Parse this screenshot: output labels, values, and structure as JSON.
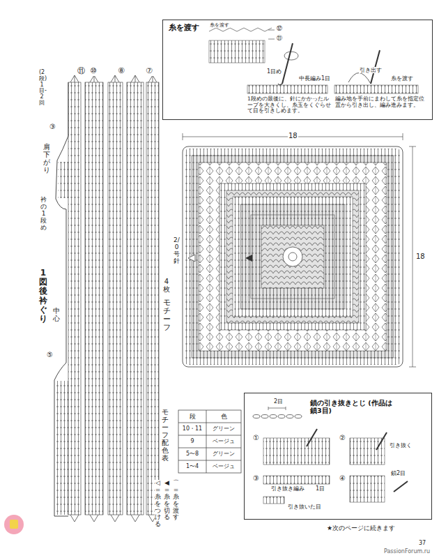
{
  "diagram": {
    "nodes": [
      {
        "text": [
          "糸を渡す"
        ]
      },
      {
        "text": [
          "鎖の引き抜きとじ (作品は鎖3目)"
        ]
      }
    ],
    "labels": [
      "⑪",
      "⑩",
      "⑧",
      "⑦",
      "(2段)1目-2回",
      "肩下がり",
      "③",
      "衿の1段め",
      "1 図 後衿ぐり",
      "中心",
      "⑤",
      "モチーフ配色表",
      "段",
      "色",
      "10・11",
      "グリーン",
      "9",
      "ベージュ",
      "5〜8",
      "グリーン",
      "1〜4",
      "ベージュ",
      "モチーフ",
      "4枚",
      "2/0号針",
      "18",
      "18",
      "糸を渡す",
      "⑫",
      "⑪",
      "1目め",
      "中長編み1目",
      "引き出す",
      "糸を渡す",
      "1段めの最後に、針にかかったループを大きくし、糸玉をくぐらせて目を引きしめます。",
      "編み地を手前にまわして糸を指定位置から引き出し、編み進みます。",
      "2目",
      "①",
      "②",
      "引き抜く",
      "③",
      "④",
      "鎖2目",
      "引き抜き編み",
      "1目",
      "引き抜いた目",
      "★次のページに続きます",
      "37",
      "PassionForum.ru"
    ],
    "legend": [
      {
        "text": "◁ = 糸をつける"
      },
      {
        "text": "◀ = 糸を切る"
      },
      {
        "text": "⌒ = 糸を渡す"
      }
    ]
  }
}
